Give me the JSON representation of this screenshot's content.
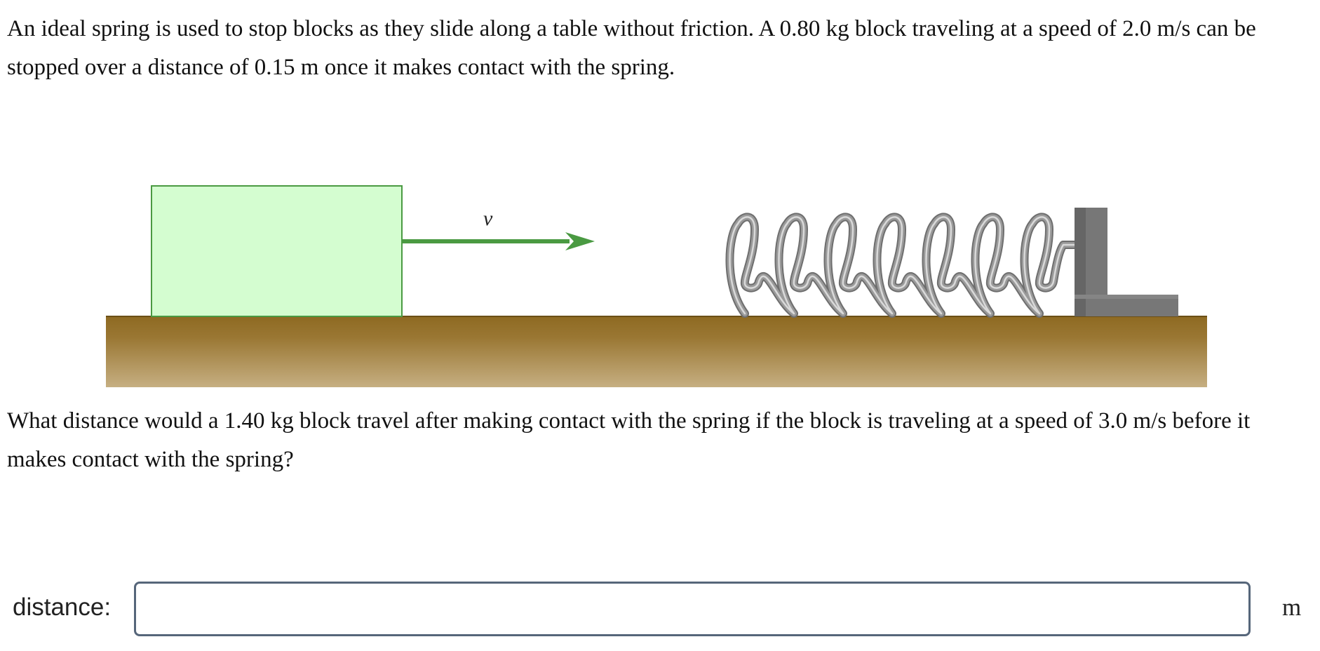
{
  "problem": {
    "intro": "An ideal spring is used to stop blocks as they slide along a table without friction. A 0.80 kg block traveling at a speed of 2.0 m/s can be stopped over a distance of 0.15 m once it makes contact with the spring.",
    "question": "What distance would a 1.40 kg block travel after making contact with the spring if the block is traveling at a speed of 3.0 m/s before it makes contact with the spring?"
  },
  "figure": {
    "velocity_label": "v",
    "colors": {
      "block_fill": "#d4fdd0",
      "block_stroke": "#4a9a42",
      "arrow": "#4a9a42",
      "table_top": "#8e6a22",
      "table_bottom": "#c6af82",
      "spring": "#9a9a9a",
      "wall": "#777777"
    }
  },
  "answer": {
    "label": "distance:",
    "value": "",
    "placeholder": "",
    "unit": "m"
  }
}
